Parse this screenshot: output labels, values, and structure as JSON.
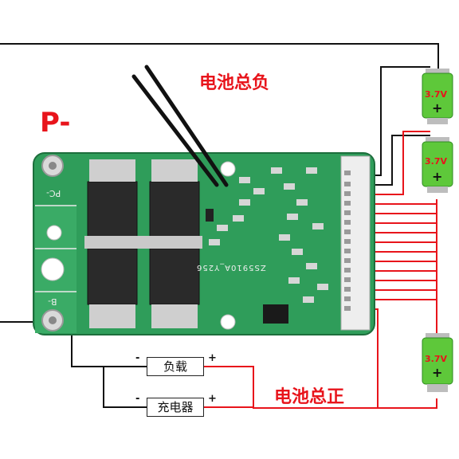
{
  "labels": {
    "p_minus": "P-",
    "battery_negative": "电池总负",
    "battery_positive": "电池总正",
    "load": "负载",
    "charger": "充电器",
    "minus_sign": "-",
    "plus_sign": "+",
    "pc_pad": "PC-",
    "b_pad": "B-",
    "board_id": "ZS5910A_Y256"
  },
  "cells": [
    {
      "voltage": "3.7V"
    },
    {
      "voltage": "3.7V"
    },
    {
      "voltage": "3.7V"
    }
  ],
  "colors": {
    "board_green": "#2f9d5a",
    "label_red": "#e8141b",
    "wire_red": "#e8141b",
    "wire_black": "#111111",
    "battery_green": "#5ec83a"
  }
}
